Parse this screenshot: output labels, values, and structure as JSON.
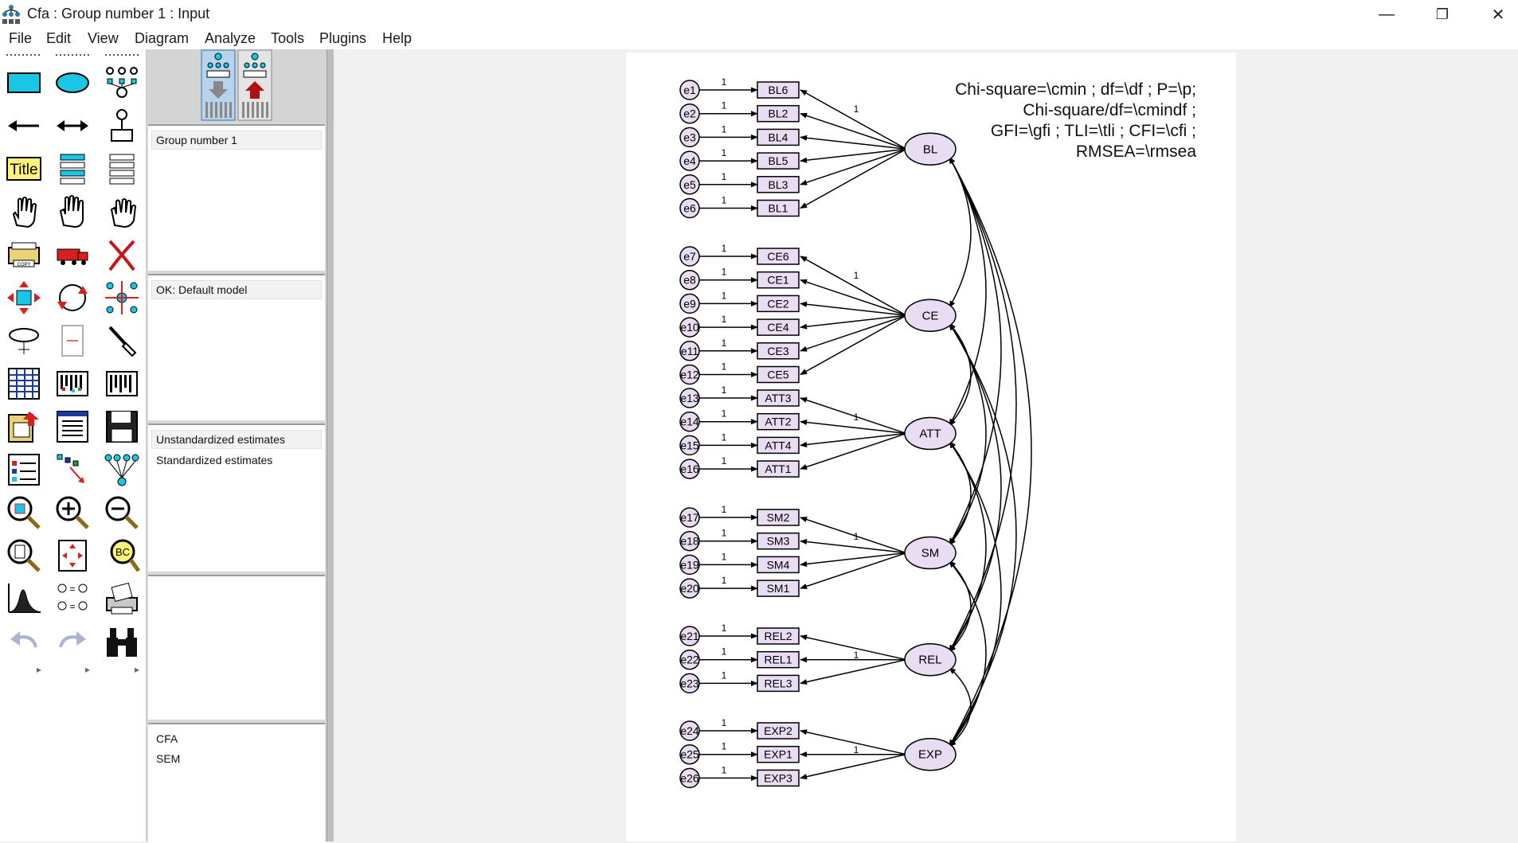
{
  "window": {
    "title": "Cfa : Group number 1 : Input",
    "controls": {
      "minimize": "—",
      "restore": "❐",
      "close": "✕"
    }
  },
  "menu": [
    "File",
    "Edit",
    "View",
    "Diagram",
    "Analyze",
    "Tools",
    "Plugins",
    "Help"
  ],
  "toolbox": {
    "title_label": "Title",
    "icons": [
      "rectangle-icon",
      "ellipse-icon",
      "indicator-icon",
      "arrow-left-icon",
      "double-arrow-icon",
      "unique-variable-icon",
      "title-icon",
      "list-variables-icon",
      "list-data-icon",
      "select-one-icon",
      "select-all-icon",
      "deselect-icon",
      "copy-icon",
      "move-icon",
      "erase-icon",
      "shape-icon",
      "rotate-icon",
      "reflect-icon",
      "move-parameter-icon",
      "scroll-icon",
      "touch-up-icon",
      "data-files-icon",
      "analysis-properties-icon",
      "calculate-icon",
      "view-output-icon",
      "text-output-icon",
      "save-icon",
      "object-properties-icon",
      "drag-properties-icon",
      "preserve-symmetry-icon",
      "zoom-area-icon",
      "zoom-in-icon",
      "zoom-out-icon",
      "page-view-icon",
      "fit-page-icon",
      "loupe-icon",
      "bayesian-icon",
      "multigroup-icon",
      "print-icon",
      "undo-icon",
      "redo-icon",
      "binoculars-icon"
    ]
  },
  "panel": {
    "groups": [
      "Group number 1"
    ],
    "models": [
      "OK: Default model"
    ],
    "estimates": [
      "Unstandardized estimates",
      "Standardized estimates"
    ],
    "files": [
      "CFA",
      "SEM"
    ]
  },
  "diagram": {
    "fit_text": [
      "Chi-square=\\cmin ; df=\\df ; P=\\p;",
      "Chi-square/df=\\cmindf ;",
      "GFI=\\gfi ; TLI=\\tli ; CFI=\\cfi ;",
      "RMSEA=\\rmsea"
    ],
    "colors": {
      "node_fill": "#e8ddf3",
      "stroke": "#000000",
      "page": "#ffffff"
    },
    "latents": [
      {
        "name": "BL",
        "indicators": [
          "BL6",
          "BL2",
          "BL4",
          "BL5",
          "BL3",
          "BL1"
        ]
      },
      {
        "name": "CE",
        "indicators": [
          "CE6",
          "CE1",
          "CE2",
          "CE4",
          "CE3",
          "CE5"
        ]
      },
      {
        "name": "ATT",
        "indicators": [
          "ATT3",
          "ATT2",
          "ATT4",
          "ATT1"
        ]
      },
      {
        "name": "SM",
        "indicators": [
          "SM2",
          "SM3",
          "SM4",
          "SM1"
        ]
      },
      {
        "name": "REL",
        "indicators": [
          "REL2",
          "REL1",
          "REL3"
        ]
      },
      {
        "name": "EXP",
        "indicators": [
          "EXP2",
          "EXP1",
          "EXP3"
        ]
      }
    ],
    "fixed_label": "1",
    "error_prefix": "e"
  }
}
